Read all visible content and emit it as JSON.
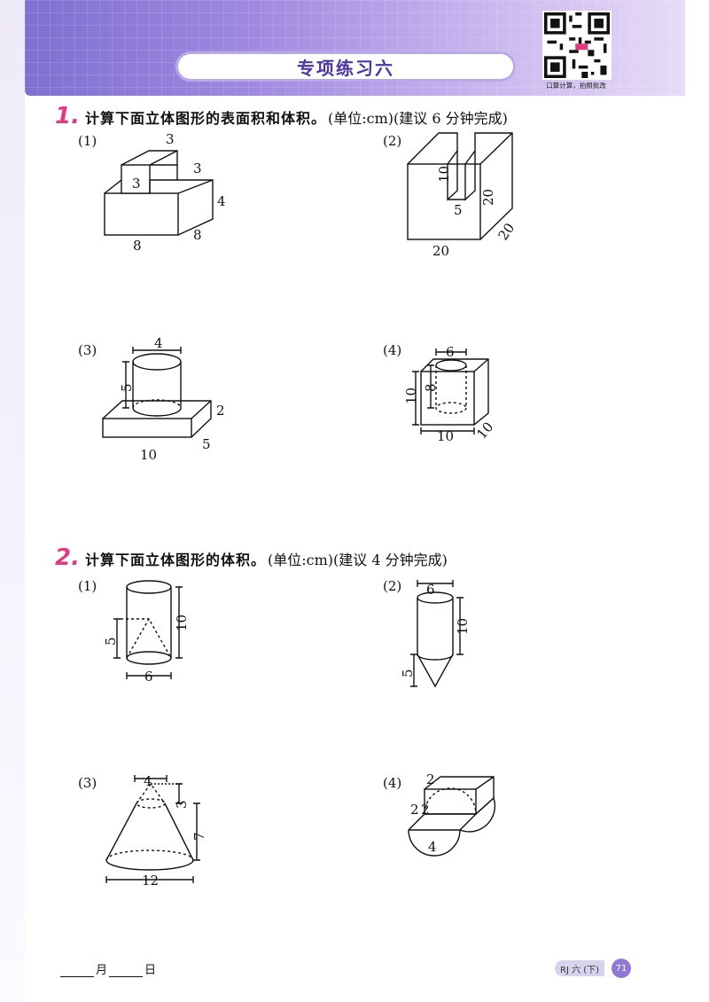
{
  "header": {
    "title": "专项练习六",
    "qr_caption": "口算计算，拍照批改"
  },
  "q1": {
    "num": "1.",
    "text": "计算下面立体图形的表面积和体积。",
    "note": "(单位:cm)(建议 6 分钟完成)",
    "figures": [
      {
        "label": "(1)",
        "dims": [
          "3",
          "3",
          "3",
          "4",
          "8",
          "8"
        ]
      },
      {
        "label": "(2)",
        "dims": [
          "10",
          "5",
          "20",
          "20",
          "20"
        ]
      },
      {
        "label": "(3)",
        "dims": [
          "4",
          "5",
          "2",
          "5",
          "10"
        ]
      },
      {
        "label": "(4)",
        "dims": [
          "6",
          "8",
          "10",
          "10",
          "10"
        ]
      }
    ]
  },
  "q2": {
    "num": "2.",
    "text": "计算下面立体图形的体积。",
    "note": "(单位:cm)(建议 4 分钟完成)",
    "figures": [
      {
        "label": "(1)",
        "dims": [
          "5",
          "10",
          "6"
        ]
      },
      {
        "label": "(2)",
        "dims": [
          "6",
          "10",
          "5"
        ]
      },
      {
        "label": "(3)",
        "dims": [
          "4",
          "3",
          "7",
          "12"
        ]
      },
      {
        "label": "(4)",
        "dims": [
          "2",
          "2",
          "2",
          "4"
        ]
      }
    ]
  },
  "footer": {
    "month": "月",
    "day": "日",
    "edition": "RJ 六 (下)",
    "page": "71"
  },
  "colors": {
    "accent": "#e23a80",
    "header_purple": "#7f6fd0",
    "title_text": "#4b36a8"
  }
}
